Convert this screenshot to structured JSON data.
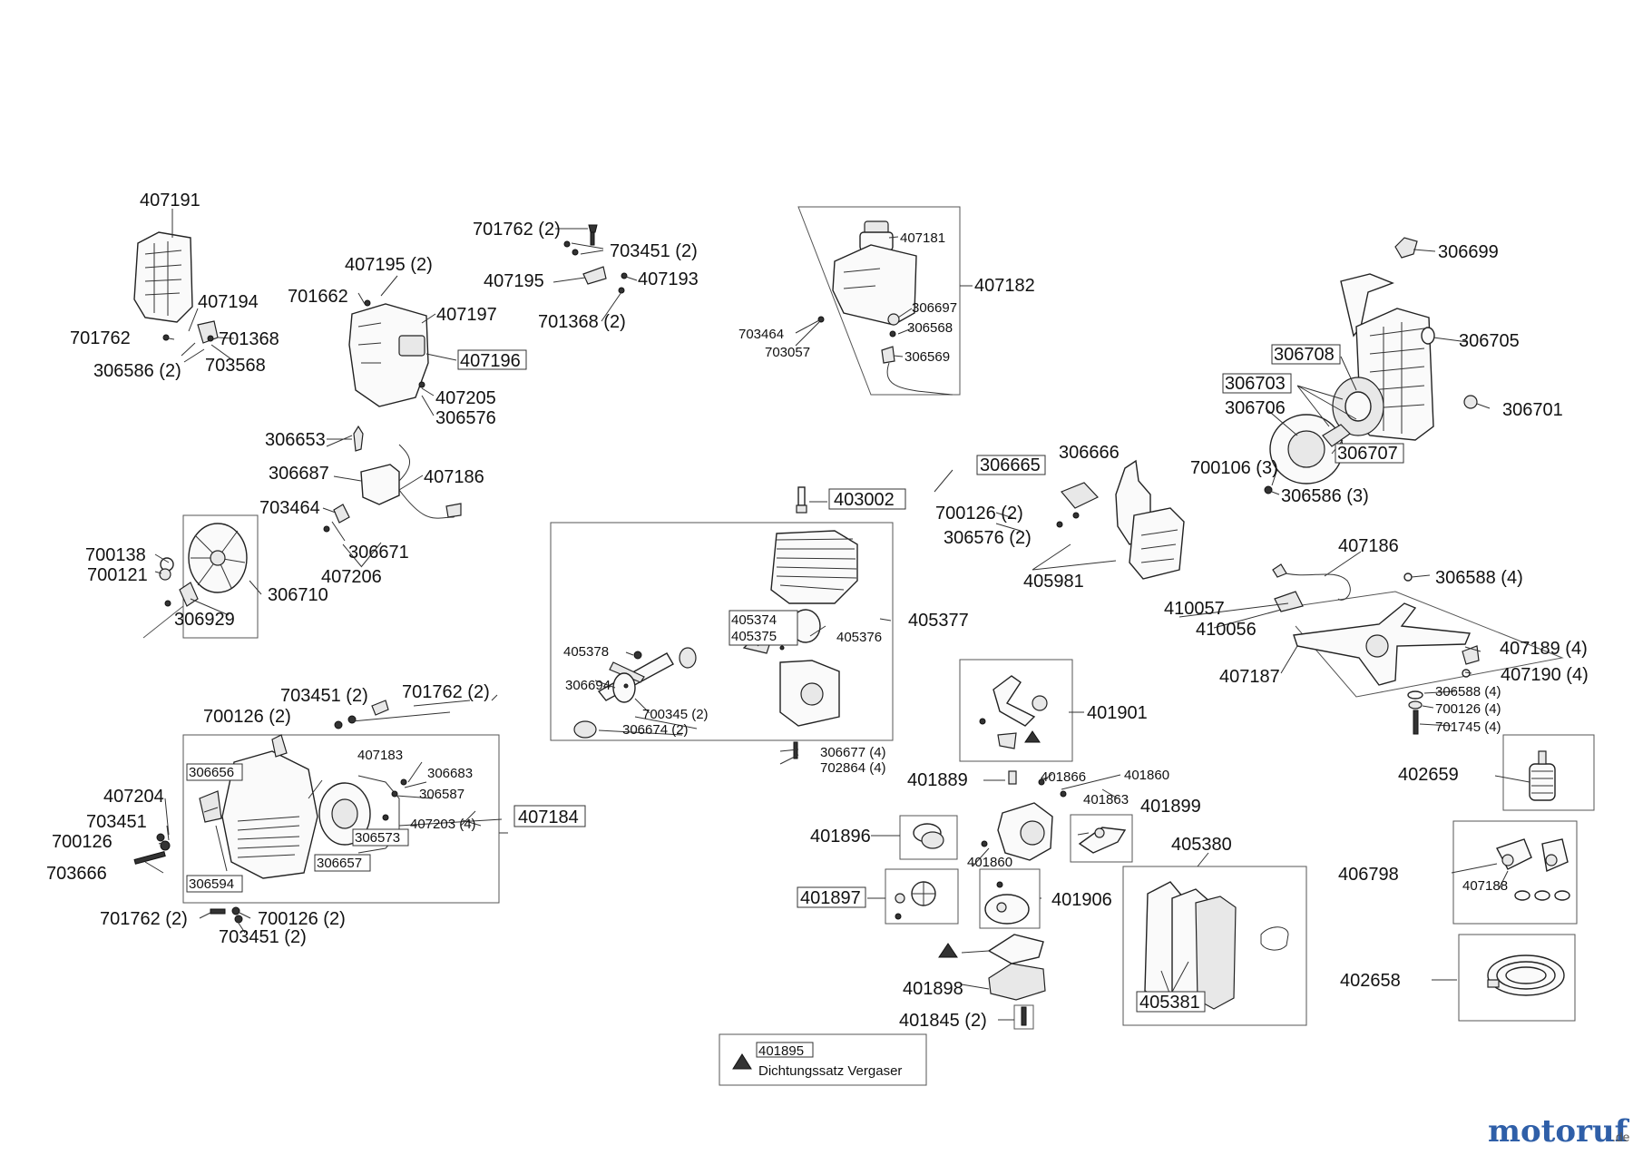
{
  "labels": {
    "l407191": "407191",
    "l407194": "407194",
    "l701762a": "701762",
    "l701368a": "701368",
    "l306586_2": "306586 (2)",
    "l703568": "703568",
    "l407195_2": "407195 (2)",
    "l701662": "701662",
    "l407197": "407197",
    "l407196": "407196",
    "l407205": "407205",
    "l306576": "306576",
    "l701762_2a": "701762 (2)",
    "l703451_2a": "703451 (2)",
    "l407195": "407195",
    "l407193": "407193",
    "l701368_2": "701368 (2)",
    "l407181": "407181",
    "l407182": "407182",
    "l306697": "306697",
    "l306568": "306568",
    "l306569": "306569",
    "l703464a": "703464",
    "l703057": "703057",
    "l306699": "306699",
    "l306705": "306705",
    "l306708": "306708",
    "l306703": "306703",
    "l306706": "306706",
    "l306701": "306701",
    "l306707": "306707",
    "l700106_3": "700106 (3)",
    "l306586_3": "306586 (3)",
    "l306653": "306653",
    "l306687": "306687",
    "l407186a": "407186",
    "l703464b": "703464",
    "l306671": "306671",
    "l407206": "407206",
    "l700138": "700138",
    "l700121": "700121",
    "l306710": "306710",
    "l306929": "306929",
    "l403002": "403002",
    "l306665": "306665",
    "l306666": "306666",
    "l700126_2a": "700126 (2)",
    "l306576_2": "306576 (2)",
    "l405981": "405981",
    "l407186b": "407186",
    "l306588_4a": "306588 (4)",
    "l410057": "410057",
    "l410056": "410056",
    "l407189_4": "407189 (4)",
    "l407190_4": "407190 (4)",
    "l407187": "407187",
    "l306588_4b": "306588 (4)",
    "l700126_4": "700126 (4)",
    "l701745_4": "701745 (4)",
    "l405374": "405374",
    "l405375": "405375",
    "l405376": "405376",
    "l405377": "405377",
    "l405378": "405378",
    "l306694": "306694",
    "l700345_2": "700345 (2)",
    "l306674_2": "306674 (2)",
    "l306677_4": "306677 (4)",
    "l702864_4": "702864 (4)",
    "l703451_2b": "703451 (2)",
    "l701762_2b": "701762 (2)",
    "l700126_2b": "700126 (2)",
    "l407183": "407183",
    "l306656": "306656",
    "l306683": "306683",
    "l306587": "306587",
    "l407203_4": "407203 (4)",
    "l407184": "407184",
    "l306573": "306573",
    "l306657": "306657",
    "l306594": "306594",
    "l407204": "407204",
    "l703451": "703451",
    "l700126": "700126",
    "l703666": "703666",
    "l701762_2c": "701762 (2)",
    "l700126_2c": "700126 (2)",
    "l703451_2c": "703451 (2)",
    "l401901": "401901",
    "l401889": "401889",
    "l401866": "401866",
    "l401860a": "401860",
    "l401863": "401863",
    "l401899": "401899",
    "l401896": "401896",
    "l401860b": "401860",
    "l401897": "401897",
    "l401906": "401906",
    "l405380": "405380",
    "l405381": "405381",
    "l401898": "401898",
    "l401845_2": "401845 (2)",
    "l402659": "402659",
    "l406798": "406798",
    "l407188": "407188",
    "l402658": "402658"
  },
  "legend": {
    "code": "401895",
    "text": "Dichtungssatz Vergaser"
  },
  "watermark": {
    "brand": "motoruf",
    "tld": ".de"
  }
}
